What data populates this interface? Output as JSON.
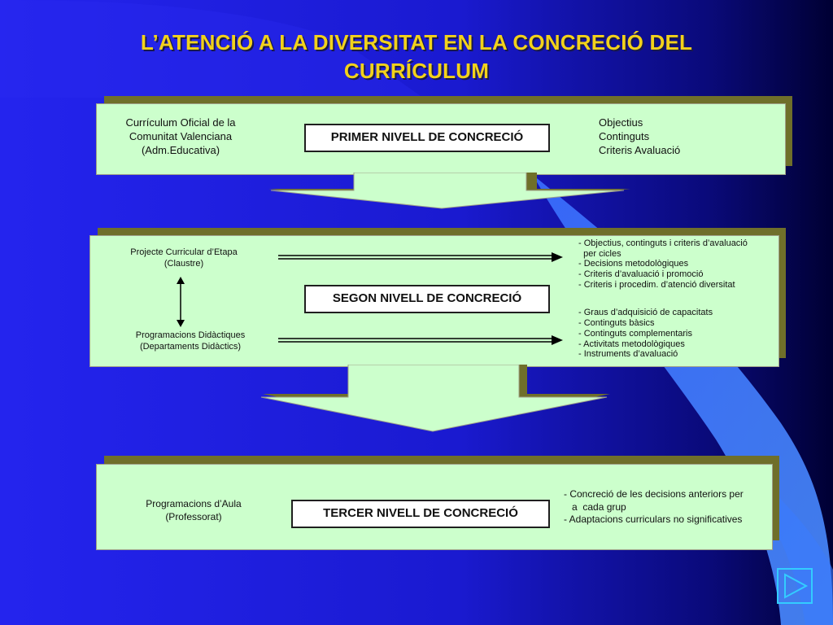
{
  "title_line1": "L’ATENCIÓ A LA DIVERSITAT EN LA CONCRECIÓ DEL",
  "title_line2": "CURRÍCULUM",
  "level1": {
    "left_lines": [
      "Currículum Oficial de la",
      "Comunitat Valenciana",
      "(Adm.Educativa)"
    ],
    "label": "PRIMER NIVELL DE CONCRECIÓ",
    "right_lines": [
      "Objectius",
      "Continguts",
      "Criteris Avaluació"
    ]
  },
  "level2": {
    "top_left_lines": [
      "Projecte Curricular d’Etapa",
      "(Claustre)"
    ],
    "bottom_left_lines": [
      "Programacions Didàctiques",
      "(Departaments Didàctics)"
    ],
    "label": "SEGON  NIVELL DE CONCRECIÓ",
    "right_top_lines": [
      "- Objectius, continguts i criteris d’avaluació",
      "  per cicles",
      "- Decisions metodològiques",
      "- Criteris d’avaluació i promoció",
      "- Criteris i procedim. d’atenció diversitat"
    ],
    "right_bottom_lines": [
      "- Graus d’adquisició de capacitats",
      "- Continguts bàsics",
      "- Continguts complementaris",
      "- Activitats metodològiques",
      "- Instruments d’avaluació"
    ]
  },
  "level3": {
    "left_lines": [
      "Programacions d’Aula",
      "(Professorat)"
    ],
    "label": "TERCER  NIVELL DE CONCRECIÓ",
    "right_lines": [
      "- Concreció de les decisions anteriors per",
      "   a  cada grup",
      "- Adaptacions curriculars no significatives"
    ]
  },
  "colors": {
    "title": "#f2d21b",
    "panel": "#ccffcc",
    "shadow": "#6f6f2a",
    "background": "#1f1fe0"
  },
  "nav_icon": "play-triangle-icon"
}
